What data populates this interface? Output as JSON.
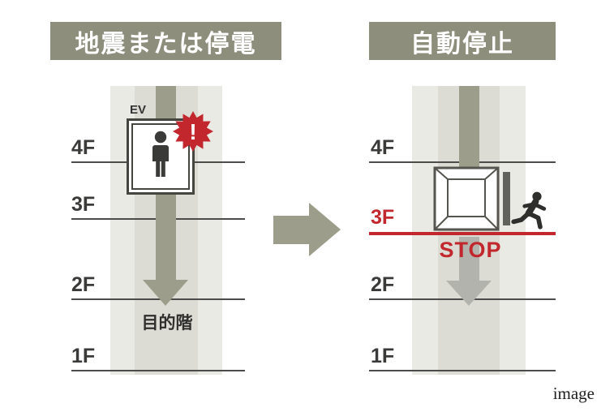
{
  "left": {
    "title": "地震または停電",
    "ev_label": "EV",
    "warning_mark": "!",
    "floors": [
      "4F",
      "3F",
      "2F",
      "1F"
    ],
    "destination": "目的階"
  },
  "right": {
    "title": "自動停止",
    "floors": [
      "4F",
      "3F",
      "2F",
      "1F"
    ],
    "stop": "STOP"
  },
  "watermark": "image",
  "colors": {
    "header_band": "#8e8e7c",
    "accent_red": "#c1272d",
    "arrow_olive": "#9d9d8b",
    "arrow_gray": "#b3b3ad",
    "shaft_light": "#eaeae4",
    "shaft_dark": "#dddcd4"
  }
}
